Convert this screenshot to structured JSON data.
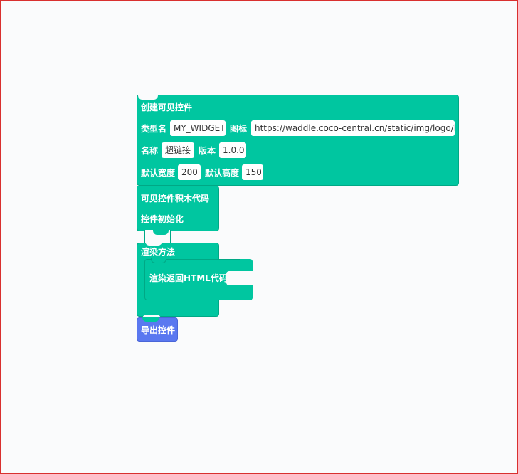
{
  "workspace": {
    "create_widget": {
      "title": "创建可见控件",
      "type_label": "类型名",
      "type_value": "MY_WIDGET",
      "icon_label": "图标",
      "icon_value": "https://waddle.coco-central.cn/static/img/logo/l...",
      "name_label": "名称",
      "name_value": "超链接",
      "version_label": "版本",
      "version_value": "1.0.0",
      "width_label": "默认宽度",
      "width_value": "200",
      "height_label": "默认高度",
      "height_value": "150"
    },
    "widget_code": {
      "title": "可见控件积木代码",
      "init_label": "控件初始化"
    },
    "render_method": {
      "title": "渲染方法",
      "return_label": "渲染返回HTML代码"
    },
    "export": {
      "label": "导出控件"
    },
    "colors": {
      "block_green": "#00c6a0",
      "block_blue": "#5a78f0",
      "background": "#fafbfc"
    }
  }
}
